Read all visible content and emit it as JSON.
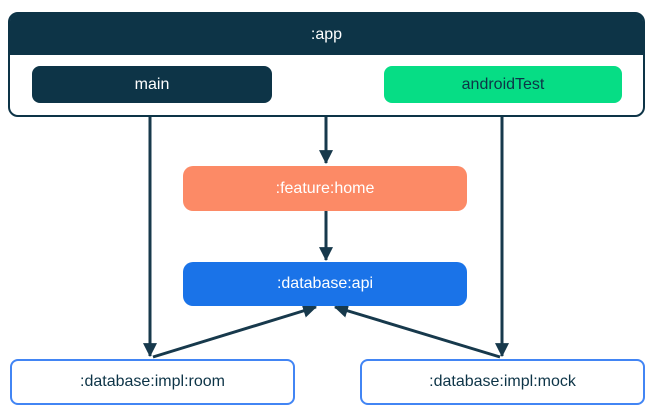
{
  "diagram": {
    "app_container": {
      "title": ":app",
      "source_sets": [
        {
          "id": "main",
          "label": "main",
          "fill": "#0d3447",
          "text_color": "#ffffff"
        },
        {
          "id": "androidTest",
          "label": "androidTest",
          "fill": "#06dd85",
          "text_color": "#0d3447"
        }
      ]
    },
    "nodes": [
      {
        "id": "feature-home",
        "label": ":feature:home",
        "fill": "#fc8a66",
        "text_color": "#ffffff"
      },
      {
        "id": "database-api",
        "label": ":database:api",
        "fill": "#1a73e8",
        "text_color": "#ffffff"
      },
      {
        "id": "database-impl-room",
        "label": ":database:impl:room",
        "fill": "#ffffff",
        "border_color": "#4285f4",
        "text_color": "#0d3447"
      },
      {
        "id": "database-impl-mock",
        "label": ":database:impl:mock",
        "fill": "#ffffff",
        "border_color": "#4285f4",
        "text_color": "#0d3447"
      }
    ],
    "edges": [
      {
        "from": "main",
        "to": ":database:impl:room"
      },
      {
        "from": "androidTest",
        "to": ":database:impl:mock"
      },
      {
        "from": ":app",
        "to": ":feature:home"
      },
      {
        "from": ":feature:home",
        "to": ":database:api"
      },
      {
        "from": ":database:impl:room",
        "to": ":database:api"
      },
      {
        "from": ":database:impl:mock",
        "to": ":database:api"
      }
    ],
    "colors": {
      "navy": "#0d3447",
      "arrow": "#17394c",
      "green": "#06dd85",
      "coral": "#fc8a66",
      "blue": "#1a73e8",
      "node_border": "#4285f4",
      "background": "#ffffff"
    }
  }
}
